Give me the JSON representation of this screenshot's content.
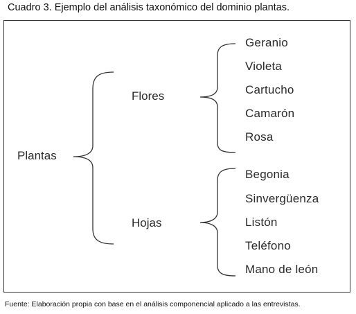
{
  "caption": "Cuadro 3. Ejemplo del análisis taxonómico del dominio plantas.",
  "source": "Fuente: Elaboración propia con base en el análisis componencial aplicado a las entrevistas.",
  "tree": {
    "root": "Plantas",
    "branches": [
      {
        "label": "Flores",
        "items": [
          "Geranio",
          "Violeta",
          "Cartucho",
          "Camarón",
          "Rosa"
        ]
      },
      {
        "label": "Hojas",
        "items": [
          "Begonia",
          "Sinvergüenza",
          "Listón",
          "Teléfono",
          "Mano de león"
        ]
      }
    ]
  },
  "colors": {
    "text": "#2a2a2a",
    "bracket": "#333333",
    "border": "#333333"
  }
}
